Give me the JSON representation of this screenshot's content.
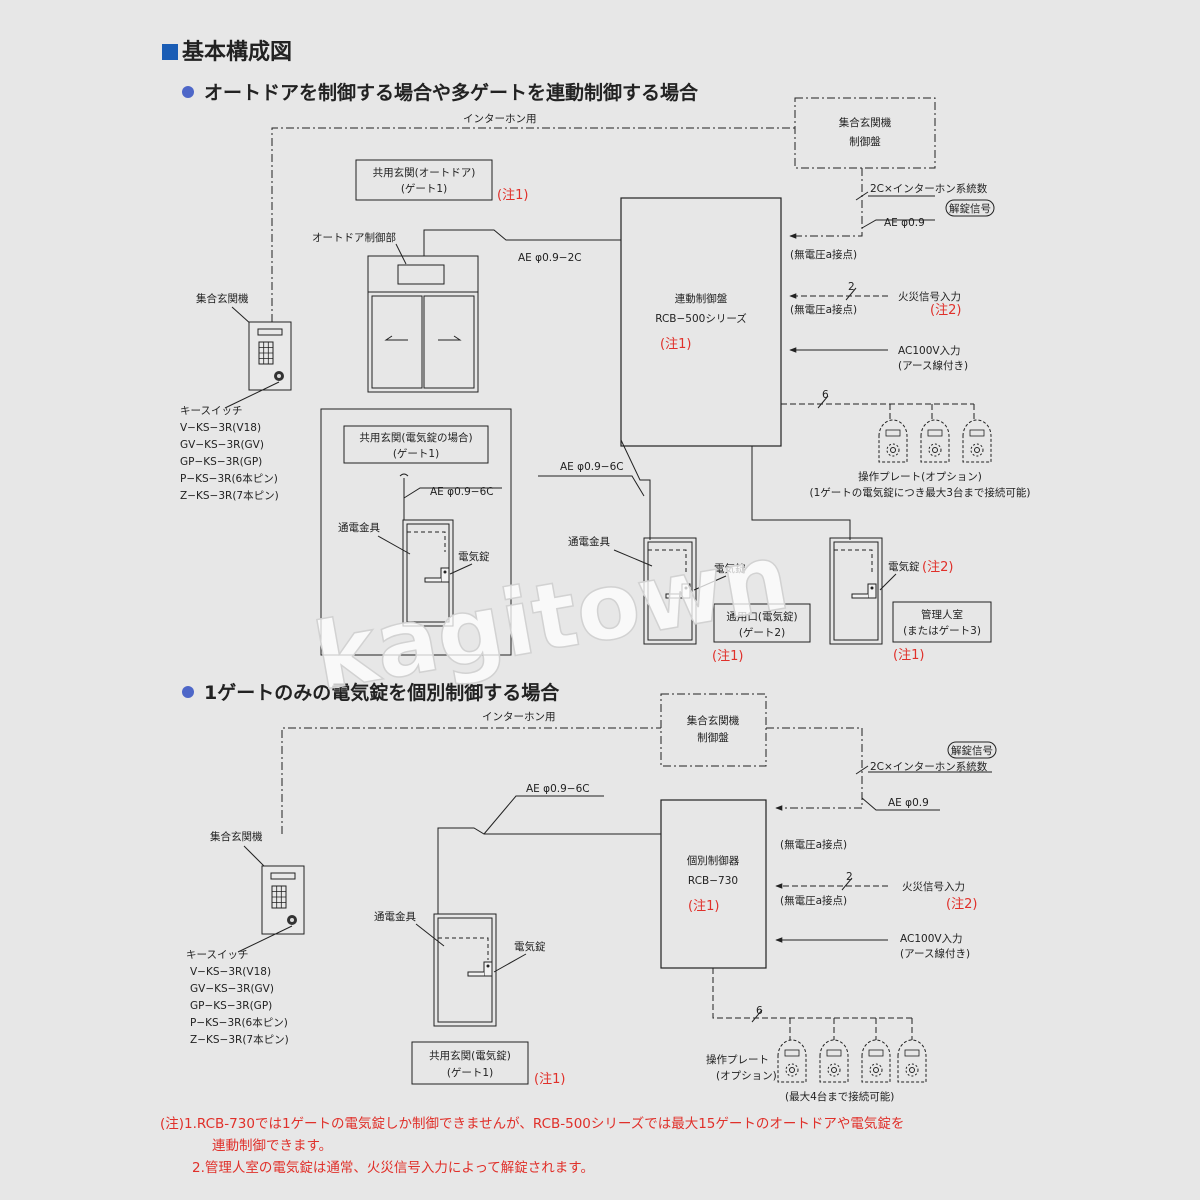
{
  "title": "基本構成図",
  "sections": [
    {
      "title": "オートドアを制御する場合や多ゲートを連動制御する場合",
      "intercom_line": "インターホン用",
      "building_panel": [
        "集合玄関機",
        "制御盤"
      ],
      "panel_cable": "2C×インターホン系統数",
      "unlock_signal": "解錠信号",
      "ae09": "AE φ0.9",
      "dry_contact_1": "(無電圧a接点)",
      "dry_contact_2": "(無電圧a接点)",
      "wire_count_2": "2",
      "fire_input": "火災信号入力",
      "note2": "(注2)",
      "ac_input": [
        "AC100V入力",
        "(アース線付き)"
      ],
      "controller": [
        "連動制御盤",
        "RCB−500シリーズ"
      ],
      "controller_note": "(注1)",
      "wire_count_6": "6",
      "op_plate": [
        "操作プレート(オプション)",
        "(1ゲートの電気錠につき最大3台まで接続可能)"
      ],
      "auto_door_label": [
        "共用玄関(オートドア)",
        "(ゲート1)"
      ],
      "auto_door_note": "(注1)",
      "auto_door_ctrl": "オートドア制御部",
      "ae_2c": "AE φ0.9−2C",
      "intercom_unit": "集合玄関機",
      "key_switch_title": "キースイッチ",
      "key_switches": [
        "V−KS−3R(V18)",
        "GV−KS−3R(GV)",
        "GP−KS−3R(GP)",
        "P−KS−3R(6本ピン)",
        "Z−KS−3R(7本ピン)"
      ],
      "e_lock_gate_label": [
        "共用玄関(電気錠の場合)",
        "(ゲート1)"
      ],
      "ae_6c": "AE φ0.9−6C",
      "ae_6c_b": "AE φ0.9−6C",
      "strike_a": "通電金具",
      "lock_a": "電気錠",
      "strike_b": "通電金具",
      "lock_b": "電気錠",
      "lock_c": "電気錠",
      "lock_c_note": "(注2)",
      "gate2_label": [
        "通用口(電気錠)",
        "(ゲート2)"
      ],
      "gate2_note": "(注1)",
      "gate3_label": [
        "管理人室",
        "(またはゲート3)"
      ],
      "gate3_note": "(注1)"
    },
    {
      "title": "1ゲートのみの電気錠を個別制御する場合",
      "intercom_line": "インターホン用",
      "building_panel": [
        "集合玄関機",
        "制御盤"
      ],
      "unlock_signal": "解錠信号",
      "panel_cable": "2C×インターホン系統数",
      "ae09": "AE φ0.9",
      "ae_6c": "AE φ0.9−6C",
      "dry_contact_1": "(無電圧a接点)",
      "dry_contact_2": "(無電圧a接点)",
      "wire_count_2": "2",
      "fire_input": "火災信号入力",
      "note2": "(注2)",
      "ac_input": [
        "AC100V入力",
        "(アース線付き)"
      ],
      "controller": [
        "個別制御器",
        "RCB−730"
      ],
      "controller_note": "(注1)",
      "intercom_unit": "集合玄関機",
      "key_switch_title": "キースイッチ",
      "key_switches": [
        "V−KS−3R(V18)",
        "GV−KS−3R(GV)",
        "GP−KS−3R(GP)",
        "P−KS−3R(6本ピン)",
        "Z−KS−3R(7本ピン)"
      ],
      "strike": "通電金具",
      "lock": "電気錠",
      "gate_label": [
        "共用玄関(電気錠)",
        "(ゲート1)"
      ],
      "gate_note": "(注1)",
      "wire_count_6": "6",
      "op_plate": [
        "操作プレート",
        "(オプション)"
      ],
      "op_plate_max": "(最大4台まで接続可能)"
    }
  ],
  "notes": [
    "(注)1.RCB-730では1ゲートの電気錠しか制御できませんが、RCB-500シリーズでは最大15ゲートのオートドアや電気錠を",
    "連動制御できます。",
    "2.管理人室の電気錠は通常、火災信号入力によって解錠されます。"
  ],
  "watermark": "kagitown",
  "colors": {
    "red": "#e0302a",
    "blue": "#1a5db5",
    "bullet": "#4e67c8",
    "background": "#e7e7e7"
  }
}
